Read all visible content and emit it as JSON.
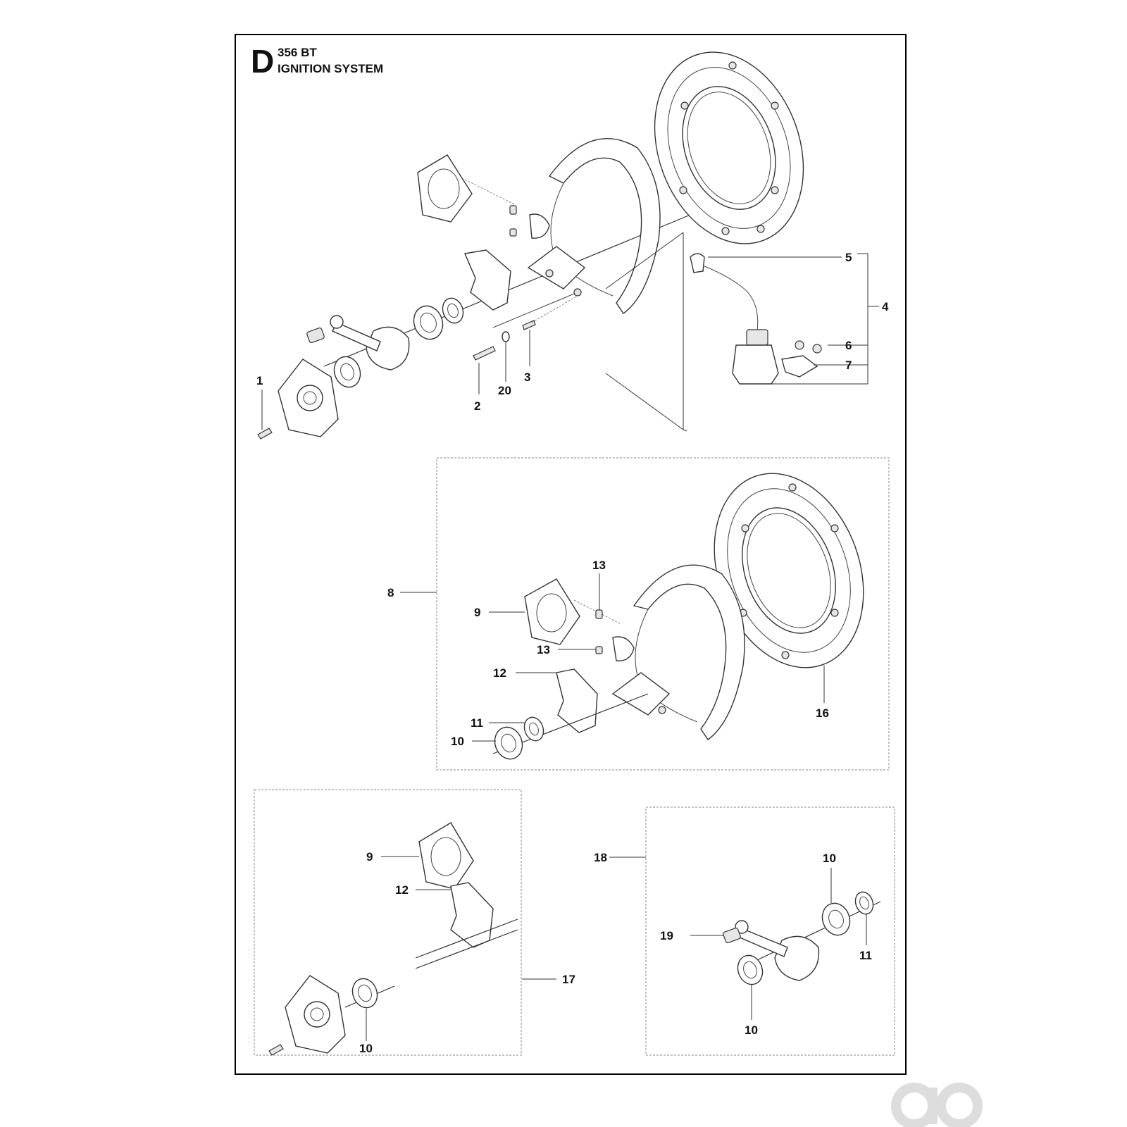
{
  "header": {
    "section_letter": "D",
    "model": "356 BT",
    "title": "IGNITION SYSTEM"
  },
  "callouts": {
    "c1": "1",
    "c2": "2",
    "c3": "3",
    "c20": "20",
    "c4": "4",
    "c5": "5",
    "c6": "6",
    "c7": "7",
    "c8": "8",
    "c9": "9",
    "c10": "10",
    "c11": "11",
    "c12": "12",
    "c13a": "13",
    "c13b": "13",
    "c16": "16",
    "c9b": "9",
    "c12b": "12",
    "c10b": "10",
    "c17": "17",
    "c18": "18",
    "c10c": "10",
    "c10d": "10",
    "c11b": "11",
    "c19": "19"
  },
  "colors": {
    "line": "#333333",
    "frame": "#000000",
    "inset_border": "#888888",
    "watermark": "#dddddd"
  },
  "watermark_icon": "brand-logo-mark"
}
